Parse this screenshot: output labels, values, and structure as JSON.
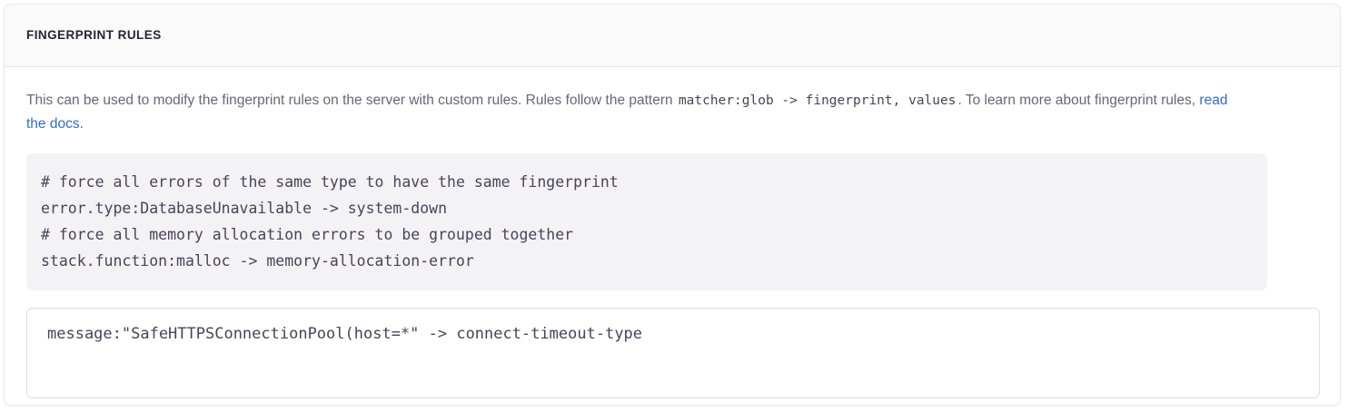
{
  "panel": {
    "title": "FINGERPRINT RULES",
    "description": {
      "before_code": "This can be used to modify the fingerprint rules on the server with custom rules. Rules follow the pattern ",
      "inline_code": "matcher:glob -> fingerprint, values",
      "after_code": ". To learn more about fingerprint rules, ",
      "link_text": "read the docs",
      "after_link": "."
    },
    "example_code": "# force all errors of the same type to have the same fingerprint\nerror.type:DatabaseUnavailable -> system-down\n# force all memory allocation errors to be grouped together\nstack.function:malloc -> memory-allocation-error",
    "rules_input": {
      "value": "message:\"SafeHTTPSConnectionPool(host=*\" -> connect-timeout-type",
      "placeholder": ""
    }
  },
  "colors": {
    "link": "#2f6ecd",
    "code_background": "#f3f3f6",
    "text_muted": "#6c6478",
    "text_strong": "#2b2233",
    "border": "#e7e6eb"
  }
}
